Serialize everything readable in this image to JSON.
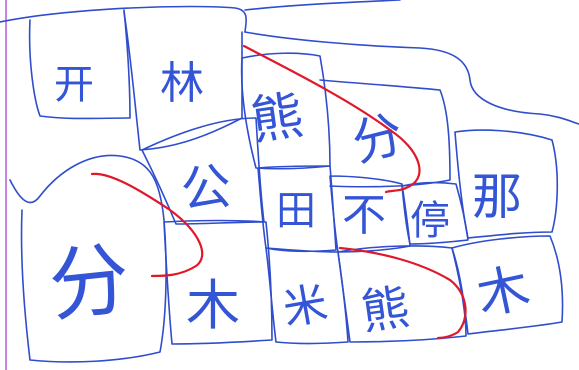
{
  "colors": {
    "ink": "#2f4dcc",
    "red_path": "#e0182a",
    "margin_line": "#b04fd6",
    "background": "#ffffff"
  },
  "cells": [
    {
      "name": "cell-top-left",
      "text": "开"
    },
    {
      "name": "cell-top-second",
      "text": "林"
    },
    {
      "name": "cell-complex-upper",
      "text": "熊"
    },
    {
      "name": "cell-upper-right",
      "text": "分"
    },
    {
      "name": "cell-big-left",
      "text": "分"
    },
    {
      "name": "cell-middle-left",
      "text": "公"
    },
    {
      "name": "cell-center",
      "text": "田"
    },
    {
      "name": "cell-center-right",
      "text": "不"
    },
    {
      "name": "cell-right-middle",
      "text": "停"
    },
    {
      "name": "cell-far-right",
      "text": "那"
    },
    {
      "name": "cell-bottom-left",
      "text": "木"
    },
    {
      "name": "cell-bottom-middle",
      "text": "米"
    },
    {
      "name": "cell-bottom-complex",
      "text": "熊"
    },
    {
      "name": "cell-bottom-right",
      "text": "木"
    }
  ]
}
